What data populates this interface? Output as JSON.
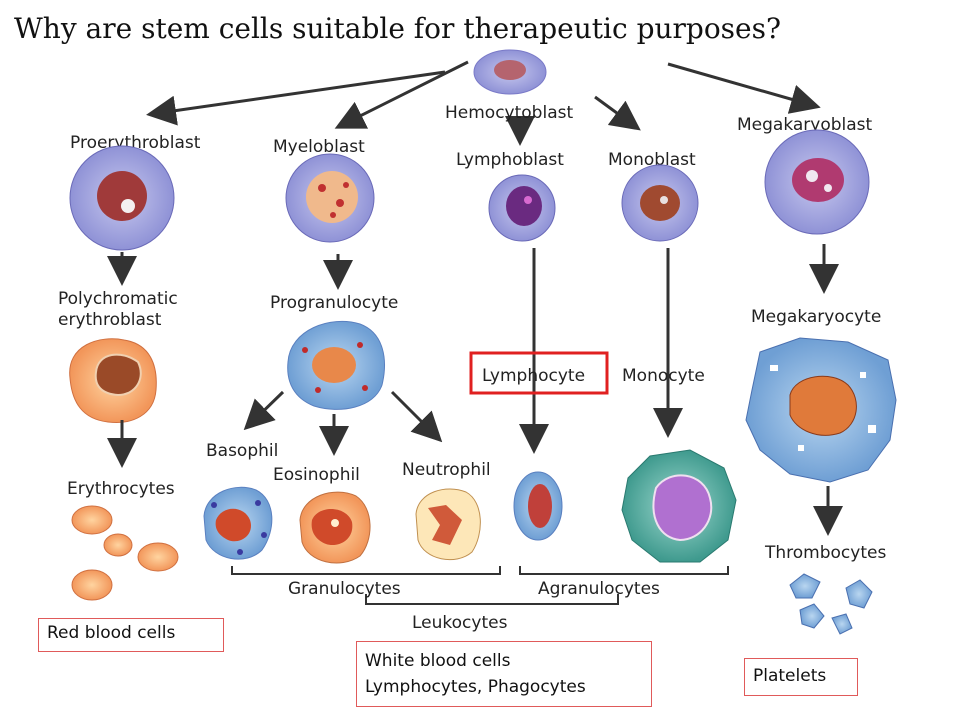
{
  "title": "Why are stem cells suitable for therapeutic purposes?",
  "cells": {
    "hemocytoblast": "Hemocytoblast",
    "proerythroblast": "Proerythroblast",
    "myeloblast": "Myeloblast",
    "lymphoblast": "Lymphoblast",
    "monoblast": "Monoblast",
    "megakaryoblast": "Megakaryoblast",
    "polychromatic_line1": "Polychromatic",
    "polychromatic_line2": "erythroblast",
    "progranulocyte": "Progranulocyte",
    "lymphocyte": "Lymphocyte",
    "monocyte": "Monocyte",
    "megakaryocyte": "Megakaryocyte",
    "erythrocytes": "Erythrocytes",
    "basophil": "Basophil",
    "eosinophil": "Eosinophil",
    "neutrophil": "Neutrophil",
    "thrombocytes": "Thrombocytes"
  },
  "groups": {
    "granulocytes": "Granulocytes",
    "agranulocytes": "Agranulocytes",
    "leukocytes": "Leukocytes"
  },
  "notes": {
    "red": "Red blood cells",
    "white_line1": "White blood cells",
    "white_line2": "Lymphocytes, Phagocytes",
    "platelets": "Platelets"
  },
  "colors": {
    "highlight": "#e02020",
    "note_border": "#e05a5a",
    "arrow": "#333333"
  }
}
